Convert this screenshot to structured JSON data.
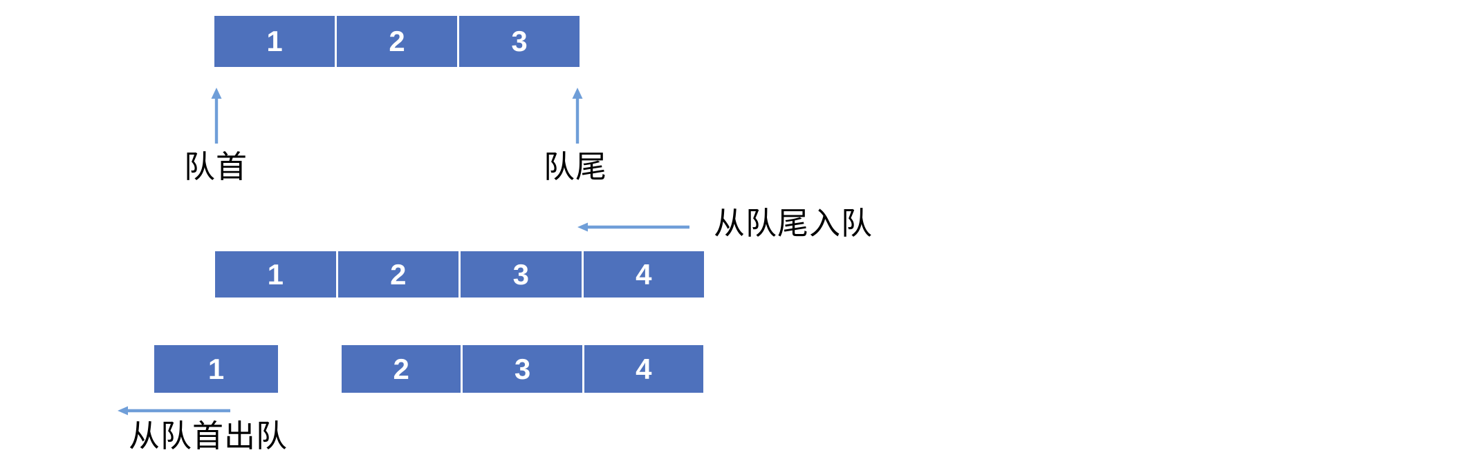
{
  "colors": {
    "box_fill": "#4E71BC",
    "box_number": "#FFFFFF",
    "arrow": "#6F9ED8",
    "label": "#000000",
    "background": "#FFFFFF"
  },
  "top_queue": {
    "cells": [
      "1",
      "2",
      "3"
    ]
  },
  "pointers": {
    "front_label": "队首",
    "rear_label": "队尾"
  },
  "enqueue": {
    "label": "从队尾入队"
  },
  "middle_queue": {
    "cells": [
      "1",
      "2",
      "3",
      "4"
    ]
  },
  "dequeue": {
    "label": "从队首出队"
  },
  "bottom_queue": {
    "removed_cell": "1",
    "remaining_cells": [
      "2",
      "3",
      "4"
    ]
  }
}
